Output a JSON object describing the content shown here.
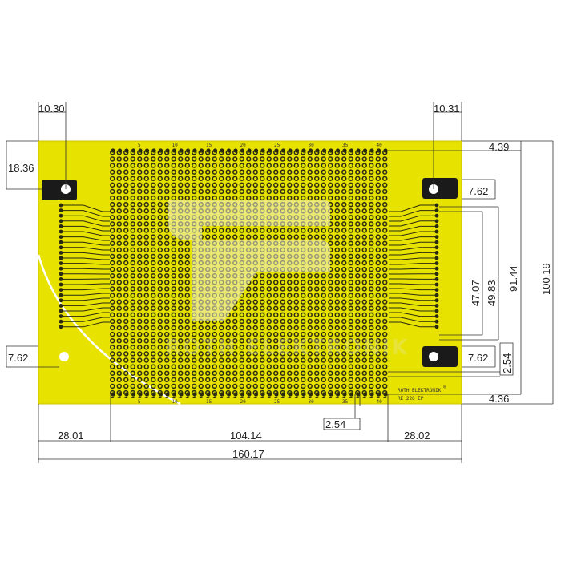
{
  "colors": {
    "board": "#e7e200",
    "board_edge": "#c9c400",
    "pad": "#2a2a10",
    "hole": "#e7e200",
    "mount_pad": "#1a1a1a",
    "line": "#333333",
    "watermark": "#e8e8c8"
  },
  "board": {
    "brand_label": "ROTH ELEKTRONIK",
    "registered_mark": "®",
    "model_label": "RE 226 EP",
    "watermark_text": "ROTH ELEKTRONIK",
    "row_numbers": [
      "5",
      "10",
      "15",
      "20",
      "25",
      "30",
      "35",
      "40"
    ],
    "grid_columns": 40,
    "grid_rows": 35,
    "side_traces": 24
  },
  "dimensions": {
    "top_left_hole_x": "10.30",
    "top_right_hole_x": "10.31",
    "top_hole_y": "18.36",
    "top_right_offset": "4.39",
    "right_hole_top": "7.62",
    "connector_span": "47.07",
    "connector_outer": "49.83",
    "field_height": "91.44",
    "board_height": "100.19",
    "left_hole_bottom": "7.62",
    "right_hole_bottom": "7.62",
    "right_pitch": "2.54",
    "bottom_offset": "4.36",
    "left_margin": "28.01",
    "field_width": "104.14",
    "right_margin": "28.02",
    "bottom_pitch": "2.54",
    "board_width": "160.17"
  }
}
